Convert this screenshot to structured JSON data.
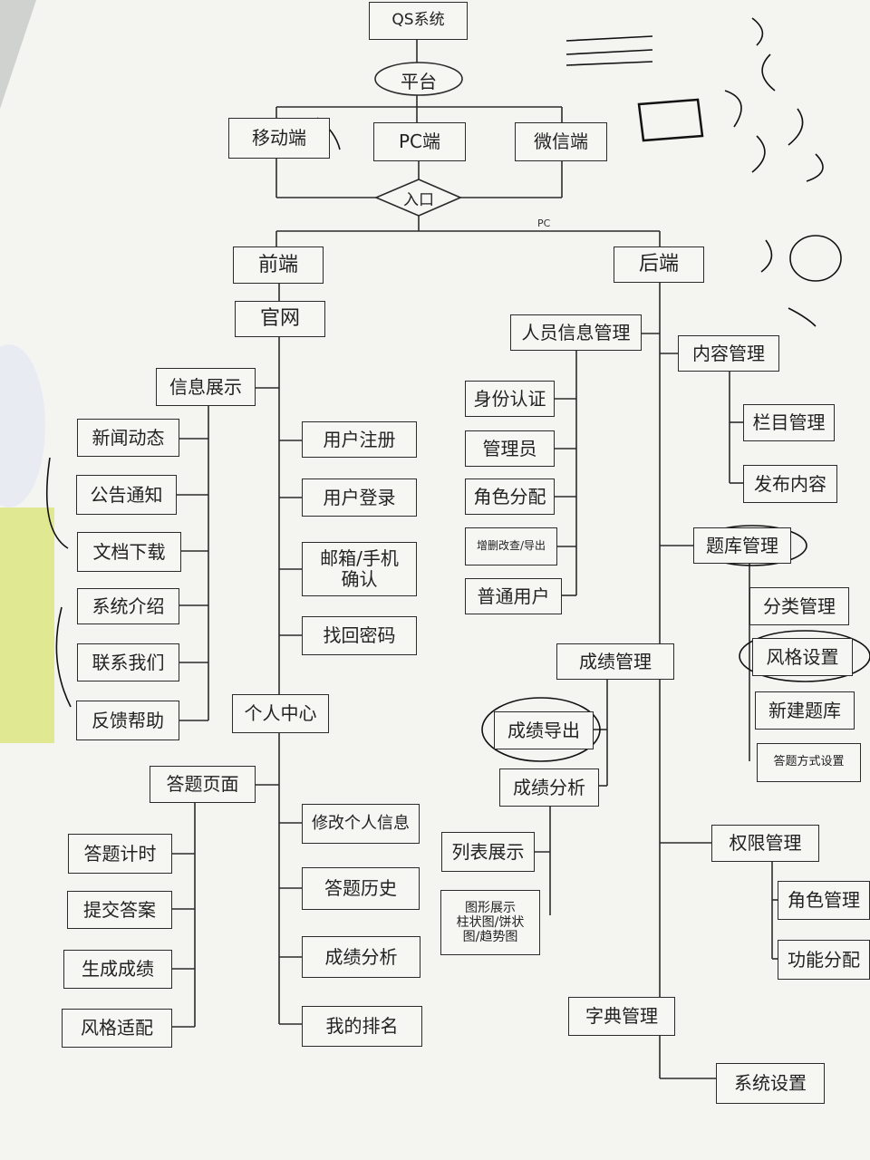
{
  "nodes": {
    "qs": "QS系统",
    "platform": "平台",
    "mobile": "移动端",
    "pc": "PC端",
    "wechat": "微信端",
    "entry": "入口",
    "pc_note": "PC",
    "frontend": "前端",
    "backend": "后端",
    "website": "官网",
    "info_display": "信息展示",
    "news": "新闻动态",
    "notice": "公告通知",
    "doc_download": "文档下载",
    "sys_intro": "系统介绍",
    "contact": "联系我们",
    "feedback": "反馈帮助",
    "register": "用户注册",
    "login": "用户登录",
    "email_confirm": "邮箱/手机\n确认",
    "recover_pwd": "找回密码",
    "personal_center": "个人中心",
    "answer_page": "答题页面",
    "timer": "答题计时",
    "submit": "提交答案",
    "gen_score": "生成成绩",
    "style_adapt": "风格适配",
    "edit_info": "修改个人信息",
    "history": "答题历史",
    "score_analysis_front": "成绩分析",
    "my_rank": "我的排名",
    "personnel_mgmt": "人员信息管理",
    "identity": "身份认证",
    "admin": "管理员",
    "role_assign": "角色分配",
    "crud_import": "增删改查/导出",
    "normal_user": "普通用户",
    "score_mgmt": "成绩管理",
    "score_export": "成绩导出",
    "score_analysis": "成绩分析",
    "list_display": "列表展示",
    "graph_display": "图形展示\n柱状图/饼状\n图/趋势图",
    "content_mgmt": "内容管理",
    "column_mgmt": "栏目管理",
    "publish": "发布内容",
    "question_bank": "题库管理",
    "category": "分类管理",
    "style_setting": "风格设置",
    "new_bank": "新建题库",
    "answer_mode": "答题方式设置",
    "permission": "权限管理",
    "role_mgmt": "角色管理",
    "func_assign": "功能分配",
    "dict_mgmt": "字典管理",
    "sys_settings": "系统设置"
  }
}
